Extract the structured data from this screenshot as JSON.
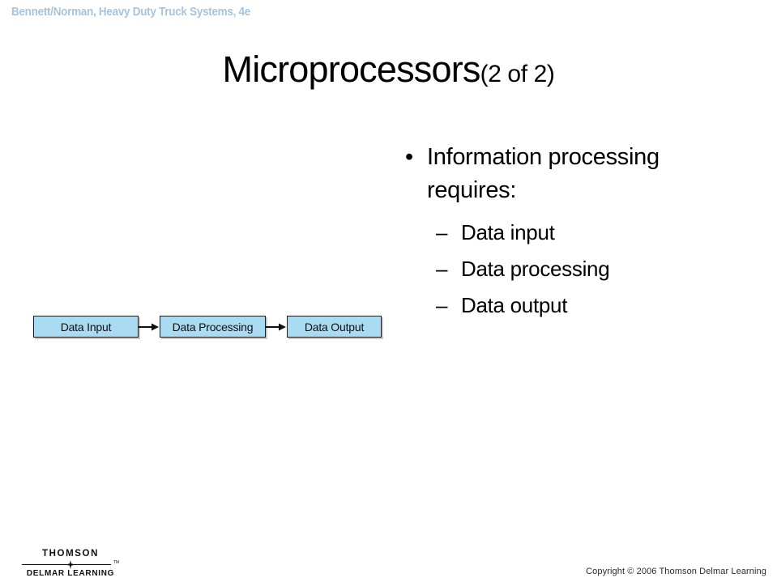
{
  "header": {
    "text": "Bennett/Norman, Heavy Duty Truck Systems, 4e",
    "color": "#a8c4dd"
  },
  "title": {
    "main": "Microprocessors",
    "suffix": "(2 of 2)"
  },
  "bullets": {
    "level1": [
      {
        "marker": "•",
        "text": "Information processing requires:"
      }
    ],
    "level2": [
      {
        "marker": "–",
        "text": "Data input"
      },
      {
        "marker": "–",
        "text": "Data processing"
      },
      {
        "marker": "–",
        "text": "Data output"
      }
    ]
  },
  "diagram": {
    "type": "flow",
    "fill_color": "#a9dbf2",
    "border_color": "#1b1b1b",
    "nodes": [
      {
        "label": "Data Input"
      },
      {
        "label": "Data Processing"
      },
      {
        "label": "Data Output"
      }
    ],
    "connectors": [
      {
        "from": "Data Input",
        "to": "Data Processing",
        "style": "arrow"
      },
      {
        "from": "Data Processing",
        "to": "Data Output",
        "style": "arrow"
      }
    ]
  },
  "footer": {
    "logo_top": "THOMSON",
    "logo_bottom": "DELMAR LEARNING",
    "logo_tm": "TM",
    "copyright": "Copyright © 2006 Thomson Delmar Learning"
  }
}
